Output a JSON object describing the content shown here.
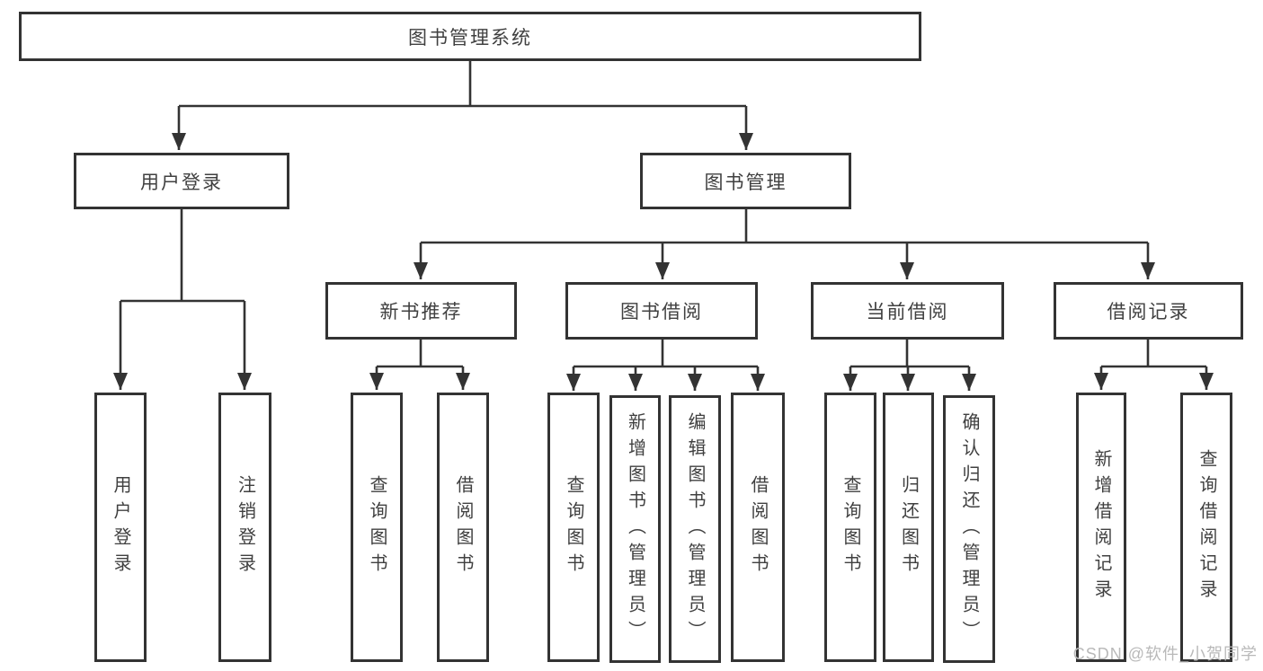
{
  "diagram": {
    "type": "hierarchy-tree",
    "nodes": {
      "root": "图书管理系统",
      "user_login": "用户登录",
      "book_management": "图书管理",
      "new_book_recommend": "新书推荐",
      "book_borrow": "图书借阅",
      "current_borrow": "当前借阅",
      "borrow_records": "借阅记录",
      "leaf_user_login": "用户登录",
      "leaf_logout": "注销登录",
      "leaf_query_books_1": "查询图书",
      "leaf_borrow_books_1": "借阅图书",
      "leaf_query_books_2": "查询图书",
      "leaf_add_books_admin": "新增图书（管理员）",
      "leaf_edit_books_admin": "编辑图书（管理员）",
      "leaf_borrow_books_2": "借阅图书",
      "leaf_query_books_3": "查询图书",
      "leaf_return_books": "归还图书",
      "leaf_confirm_return_admin": "确认归还（管理员）",
      "leaf_add_borrow_record": "新增借阅记录",
      "leaf_query_borrow_record": "查询借阅记录"
    },
    "edges": [
      [
        "root",
        "user_login"
      ],
      [
        "root",
        "book_management"
      ],
      [
        "user_login",
        "leaf_user_login"
      ],
      [
        "user_login",
        "leaf_logout"
      ],
      [
        "book_management",
        "new_book_recommend"
      ],
      [
        "book_management",
        "book_borrow"
      ],
      [
        "book_management",
        "current_borrow"
      ],
      [
        "book_management",
        "borrow_records"
      ],
      [
        "new_book_recommend",
        "leaf_query_books_1"
      ],
      [
        "new_book_recommend",
        "leaf_borrow_books_1"
      ],
      [
        "book_borrow",
        "leaf_query_books_2"
      ],
      [
        "book_borrow",
        "leaf_add_books_admin"
      ],
      [
        "book_borrow",
        "leaf_edit_books_admin"
      ],
      [
        "book_borrow",
        "leaf_borrow_books_2"
      ],
      [
        "current_borrow",
        "leaf_query_books_3"
      ],
      [
        "current_borrow",
        "leaf_return_books"
      ],
      [
        "current_borrow",
        "leaf_confirm_return_admin"
      ],
      [
        "borrow_records",
        "leaf_add_borrow_record"
      ],
      [
        "borrow_records",
        "leaf_query_borrow_record"
      ]
    ],
    "colors": {
      "line": "#333333",
      "box_border": "#333333",
      "box_fill": "#ffffff",
      "text": "#404040",
      "watermark": "#b9b9b9",
      "background": "#ffffff"
    }
  },
  "watermark": "CSDN @软件_小贺同学"
}
